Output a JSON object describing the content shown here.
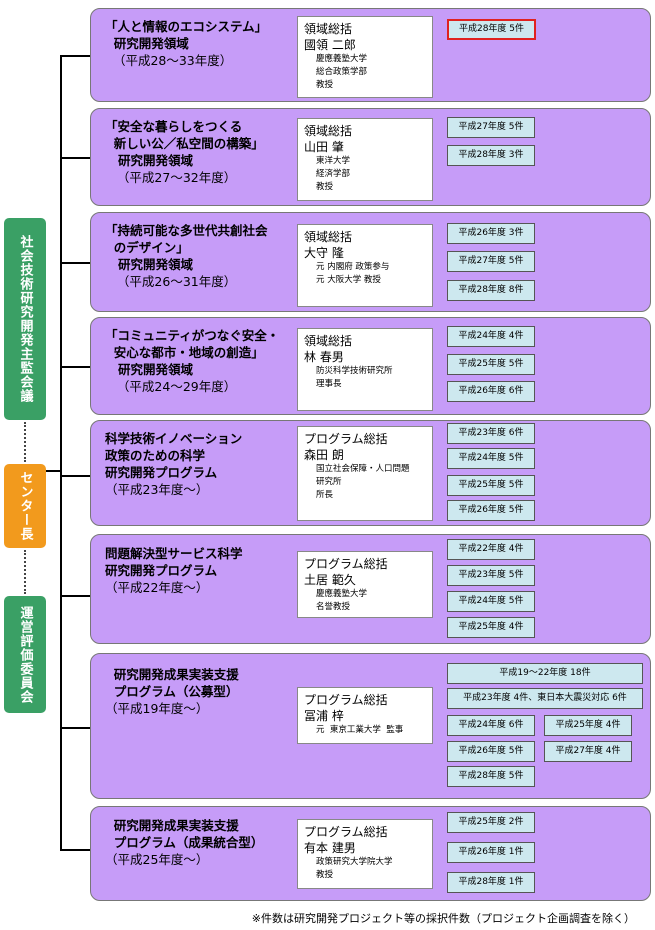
{
  "side": {
    "committee": "社会技術研究開発主監会議",
    "center": "センター長",
    "evaluation": "運営評価委員会"
  },
  "panels": [
    {
      "title": "「人と情報のエコシステム」\n  研究開発領域",
      "period": "  （平成28～33年度）",
      "role": "領域総括",
      "name": "國領 二郎",
      "affiliation": "慶應義塾大学\n総合政策学部\n教授",
      "years": [
        "平成28年度  5件"
      ]
    },
    {
      "title": "「安全な暮らしをつくる\n  新しい公／私空間の構築」\n   研究開発領域",
      "period": "   （平成27～32年度）",
      "role": "領域総括",
      "name": "山田 肇",
      "affiliation": "東洋大学\n経済学部\n教授",
      "years": [
        "平成27年度  5件",
        "平成28年度  3件"
      ]
    },
    {
      "title": "「持続可能な多世代共創社会\n  のデザイン」\n   研究開発領域",
      "period": "   （平成26～31年度）",
      "role": "領域総括",
      "name": "大守 隆",
      "affiliation": "元 内閣府 政策参与\n元 大阪大学 教授",
      "years": [
        "平成26年度  3件",
        "平成27年度  5件",
        "平成28年度  8件"
      ]
    },
    {
      "title": "「コミュニティがつなぐ安全・\n  安心な都市・地域の創造」\n   研究開発領域",
      "period": "   （平成24～29年度）",
      "role": "領域総括",
      "name": "林 春男",
      "affiliation": "防災科学技術研究所\n理事長",
      "years": [
        "平成24年度  4件",
        "平成25年度  5件",
        "平成26年度  6件"
      ]
    },
    {
      "title": "科学技術イノベーション\n政策のための科学\n研究開発プログラム",
      "period": "（平成23年度～）",
      "role": "プログラム総括",
      "name": "森田 朗",
      "affiliation": "国立社会保障・人口問題\n研究所\n所長",
      "years": [
        "平成23年度  6件",
        "平成24年度  5件",
        "平成25年度  5件",
        "平成26年度  5件"
      ]
    },
    {
      "title": "問題解決型サービス科学\n研究開発プログラム",
      "period": "（平成22年度～）",
      "role": "プログラム総括",
      "name": "土居 範久",
      "affiliation": "慶應義塾大学\n名誉教授",
      "years": [
        "平成22年度  4件",
        "平成23年度  5件",
        "平成24年度  5件",
        "平成25年度  4件"
      ]
    },
    {
      "title": "  研究開発成果実装支援\n  プログラム（公募型）",
      "period": "（平成19年度～）",
      "role": "プログラム総括",
      "name": "冨浦 梓",
      "affiliation": "元  東京工業大学  監事",
      "years": [
        "平成19～22年度  18件",
        "平成23年度  4件、東日本大震災対応  6件",
        "平成24年度  6件",
        "平成25年度  4件",
        "平成26年度  5件",
        "平成27年度  4件",
        "平成28年度  5件"
      ]
    },
    {
      "title": "  研究開発成果実装支援\n  プログラム（成果統合型）",
      "period": "（平成25年度～）",
      "role": "プログラム総括",
      "name": "有本 建男",
      "affiliation": "政策研究大学院大学\n教授",
      "years": [
        "平成25年度  2件",
        "平成26年度  1件",
        "平成28年度  1件"
      ]
    }
  ],
  "footnote": "※件数は研究開発プロジェクト等の採択件数（プロジェクト企画調査を除く）"
}
